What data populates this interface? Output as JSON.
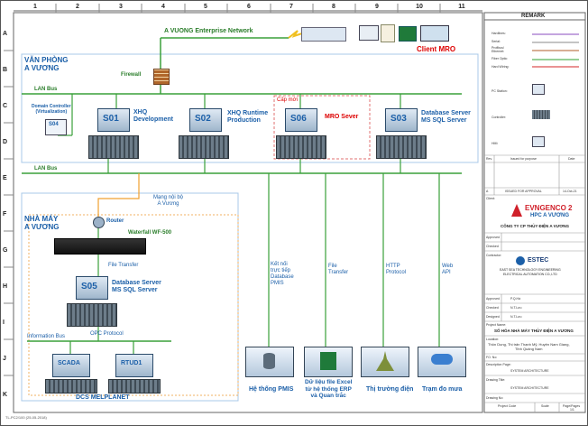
{
  "grid": {
    "columns": [
      "1",
      "2",
      "3",
      "4",
      "5",
      "6",
      "7",
      "8",
      "9",
      "10",
      "11"
    ],
    "rows": [
      "A",
      "B",
      "C",
      "D",
      "E",
      "F",
      "G",
      "H",
      "I",
      "J",
      "K"
    ]
  },
  "network": {
    "enterprise": "A VUONG Enterprise Network",
    "client_mro": "Client MRO",
    "firewall": "Firewall",
    "lan_bus_1": "LAN Bus",
    "lan_bus_2": "LAN Bus",
    "cap_moi": "Cấp mới",
    "mang_noi_bo": "Mạng nội bộ\nA Vương",
    "router": "Router",
    "waterfall": "Waterfall WF-500",
    "file_transfer": "File Transfer",
    "opc": "OPC Protocol",
    "info_bus": "Information Bus"
  },
  "zones": {
    "office": "VĂN PHÒNG\nA VƯƠNG",
    "plant": "NHÀ MÁY\nA VƯƠNG"
  },
  "servers": {
    "s04": "S04",
    "s04_caption": "Domain Controller\n(Virtualization)",
    "s01": "S01",
    "s01_caption": "XHQ\nDevelopment",
    "s02": "S02",
    "s02_caption": "XHQ Runtime\nProduction",
    "s06": "S06",
    "s06_caption": "MRO Sever",
    "s03": "S03",
    "s03_caption": "Database Server\nMS SQL Server",
    "s05": "S05",
    "s05_caption": "Database Server\nMS SQL Server"
  },
  "dcs": {
    "scada": "SCADA",
    "rtud1": "RTUD1",
    "name": "DCS MELPLANET"
  },
  "links": {
    "pmis": "Kết nối\ntrực tiếp\nDatabase\nPMIS",
    "file_transfer": "File\nTransfer",
    "http": "HTTP\nProtocol",
    "web_api": "Web\nAPI"
  },
  "targets": {
    "pmis": "Hệ thống PMIS",
    "excel": "Dữ liệu file Excel\ntừ hệ thống ERP\nvà Quan trắc",
    "market": "Thị trường điện",
    "rain": "Trạm đo mưa"
  },
  "remark": {
    "title": "REMARK",
    "legend": [
      "Hardlines:",
      "Serial:",
      "Profibus/\nEthernet:",
      "Fiber Optic:",
      "Hard Wiring:"
    ],
    "legend_colors": [
      "#8a4bbf",
      "#888888",
      "#b05c2a",
      "#2ca02c",
      "#d62728"
    ],
    "pc": "PC Station:",
    "controller": "Controller:",
    "hmi": "HMI:",
    "rev_header": [
      "Rev.",
      "Issued for purpose",
      "Date"
    ],
    "rev_row": [
      "A",
      "ISSUED FOR APPROVAL",
      "14-Oct-21"
    ],
    "client": "Client:",
    "evn": "EVNGENCO 2",
    "evn_sub": "HPC A VƯƠNG",
    "company": "CÔNG TY CP THỦY ĐIỆN A VƯƠNG",
    "approved": "Approved",
    "checked": "Checked",
    "contractor": "Contractor:",
    "estec": "ESTEC",
    "estec_name": "EAST SEA TECHNOLOGY ENGINEERING\nELECTRICAL AUTOMATION CO.,LTD",
    "approved2": "Approved",
    "approved2_v": "P.Q.Hà",
    "checked2": "Checked",
    "checked2_v": "N.T.Lưu",
    "designed": "Designed",
    "designed_v": "N.T.Lưu",
    "project_name": "Project Name:",
    "project": "SỐ HÓA NHÀ MÁY THỦY ĐIỆN A VƯƠNG",
    "location": "Location:",
    "location_v": "Thôn Dung, Thị trấn Thạnh Mỹ, Huyện Nam Giang,\nTỉnh Quảng Nam",
    "fo": "FO. No:",
    "desc_page": "Description Page:",
    "desc_v": "SYSTEM ARCHITECTURE",
    "drawing_title": "Drawing Title:",
    "drawing_v": "SYSTEM ARCHITECTURE",
    "drawing_no": "Drawing No:",
    "project_code": "Project Code",
    "scale": "Scale",
    "page": "Page/Pages",
    "page_v": "1/1"
  },
  "footer": "TL-PC2/100 (25-05-2018)"
}
